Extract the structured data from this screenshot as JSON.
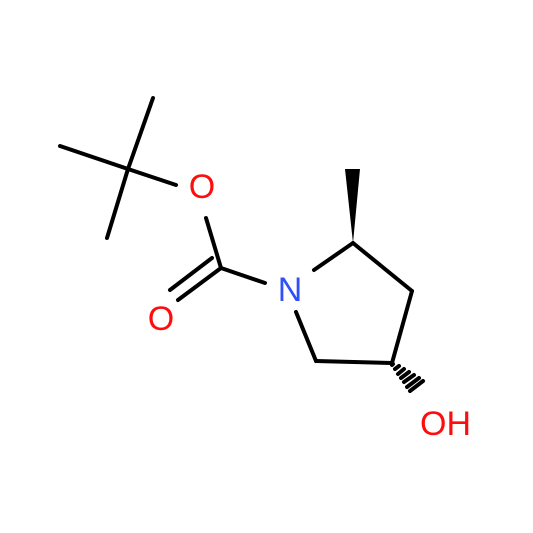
{
  "molecule": {
    "atoms": {
      "ester_oxygen": {
        "symbol": "O",
        "color": "#ff0d0d"
      },
      "carbonyl_oxygen": {
        "symbol": "O",
        "color": "#ff0d0d"
      },
      "ring_nitrogen": {
        "symbol": "N",
        "color": "#3050f8"
      },
      "hydroxyl_group": {
        "symbol": "OH",
        "color": "#ff0d0d"
      }
    },
    "stereo_bonds": {
      "methyl": "wedge",
      "hydroxyl": "hash"
    }
  }
}
